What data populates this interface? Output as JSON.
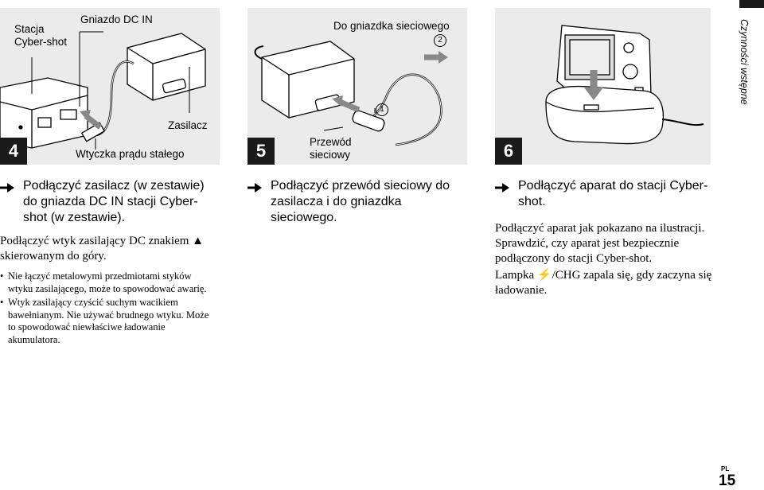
{
  "side_tab": "Czynności wstępne",
  "steps": [
    {
      "number": "4",
      "labels": {
        "station": "Stacja\nCyber-shot",
        "dc_in": "Gniazdo DC IN",
        "adapter": "Zasilacz",
        "dc_plug": "Wtyczka prądu stałego"
      },
      "heading": "Podłączyć zasilacz (w zestawie) do gniazda DC IN stacji Cyber-shot (w zestawie).",
      "body": "Podłączyć wtyk zasilający DC znakiem ▲ skierowanym do góry.",
      "bullets": [
        "Nie łączyć metalowymi przedmiotami styków wtyku zasilającego, może to spowodować awarię.",
        "Wtyk zasilający czyścić suchym wacikiem bawełnianym. Nie używać brudnego wtyku. Może to spowodować niewłaściwe ładowanie akumulatora."
      ]
    },
    {
      "number": "5",
      "labels": {
        "wall_outlet": "Do gniazdka sieciowego",
        "wall_outlet_num": "2",
        "power_cord": "Przewód\nsieciowy",
        "power_cord_num": "1"
      },
      "heading": "Podłączyć przewód sieciowy do zasilacza i do gniazdka sieciowego."
    },
    {
      "number": "6",
      "heading": "Podłączyć aparat do stacji Cyber-shot.",
      "body": "Podłączyć aparat jak pokazano na ilustracji. Sprawdzić, czy aparat jest bezpiecznie podłączony do stacji Cyber-shot.",
      "body2": "Lampka ⚡/CHG zapala się, gdy zaczyna się ładowanie."
    }
  ],
  "footer": {
    "lang": "PL",
    "page": "15"
  }
}
